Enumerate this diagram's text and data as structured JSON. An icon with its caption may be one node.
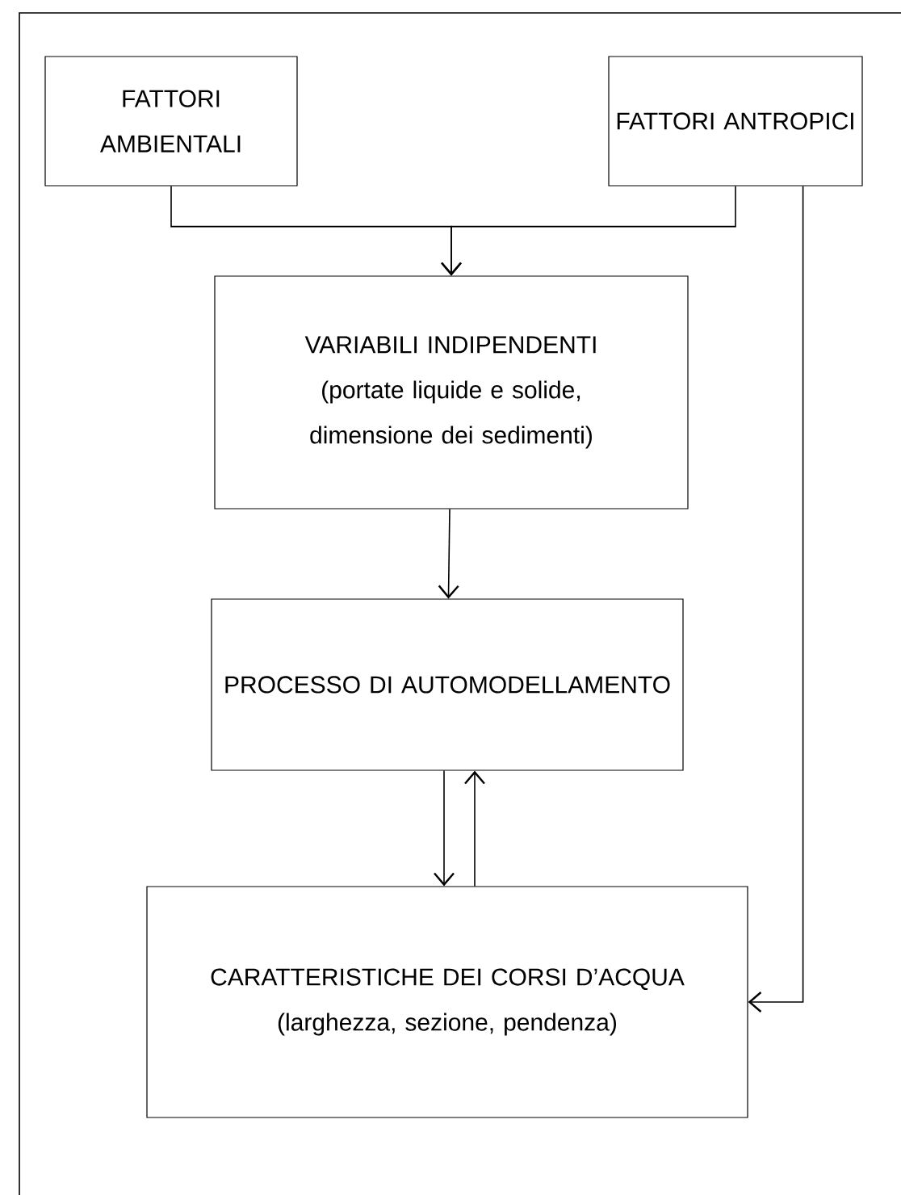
{
  "diagram": {
    "nodes": [
      {
        "text": [
          "FATTORI AMBIENTALI"
        ]
      },
      {
        "text": [
          "FATTORI ANTROPICI"
        ]
      },
      {
        "text": [
          "VARIABILI INDIPENDENTI",
          "(portate liquide e solide, dimensione dei sedimenti)"
        ]
      },
      {
        "text": [
          "PROCESSO DI AUTOMODELLAMENTO"
        ]
      },
      {
        "text": [
          "CARATTERISTICHE DEI CORSI D’ACQUA",
          "(larghezza, sezione, pendenza)"
        ]
      }
    ],
    "edges": [
      {
        "from": 0,
        "to": 2,
        "arrow": "to"
      },
      {
        "from": 1,
        "to": 2,
        "arrow": "to"
      },
      {
        "from": 2,
        "to": 3,
        "arrow": "to"
      },
      {
        "from": 3,
        "to": 4,
        "arrow": "to"
      },
      {
        "from": 4,
        "to": 3,
        "arrow": "to"
      },
      {
        "from": 1,
        "to": 4,
        "arrow": "to"
      }
    ]
  }
}
